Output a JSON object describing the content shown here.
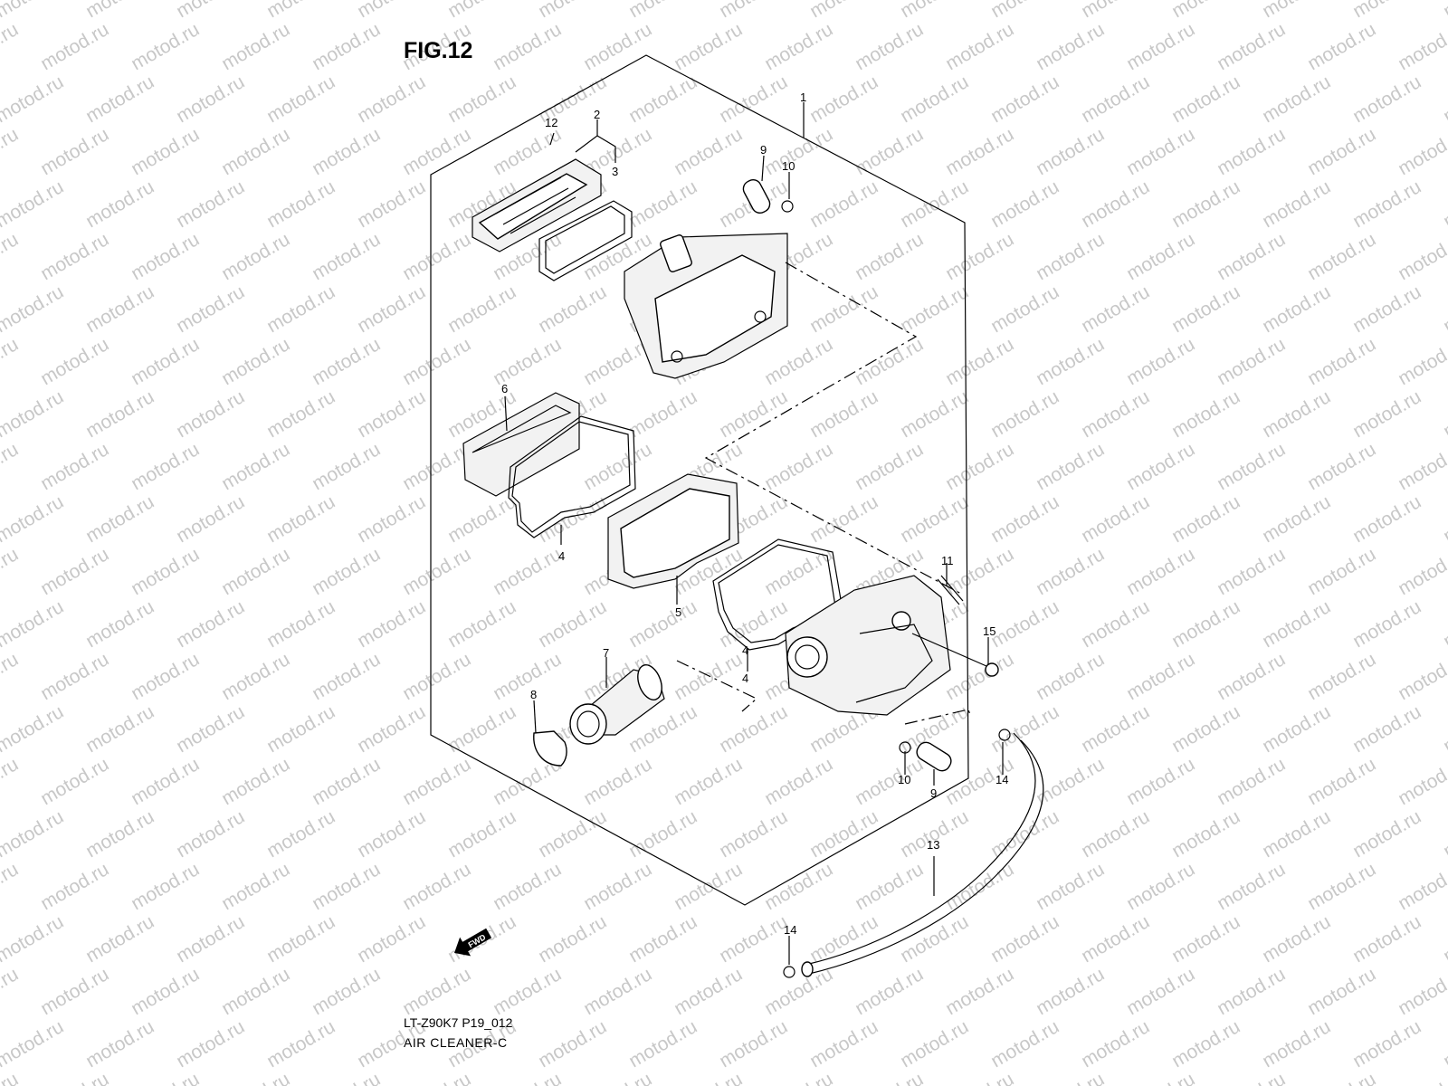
{
  "figure": {
    "title": "FIG.12",
    "code": "LT-Z90K7 P19_012",
    "subtitle": "AIR CLEANER-C"
  },
  "watermark": "motod.ru",
  "fwd_label": "FWD",
  "callouts": [
    "1",
    "2",
    "3",
    "4",
    "4",
    "4",
    "5",
    "6",
    "7",
    "8",
    "9",
    "9",
    "10",
    "10",
    "11",
    "12",
    "13",
    "14",
    "14",
    "15"
  ]
}
